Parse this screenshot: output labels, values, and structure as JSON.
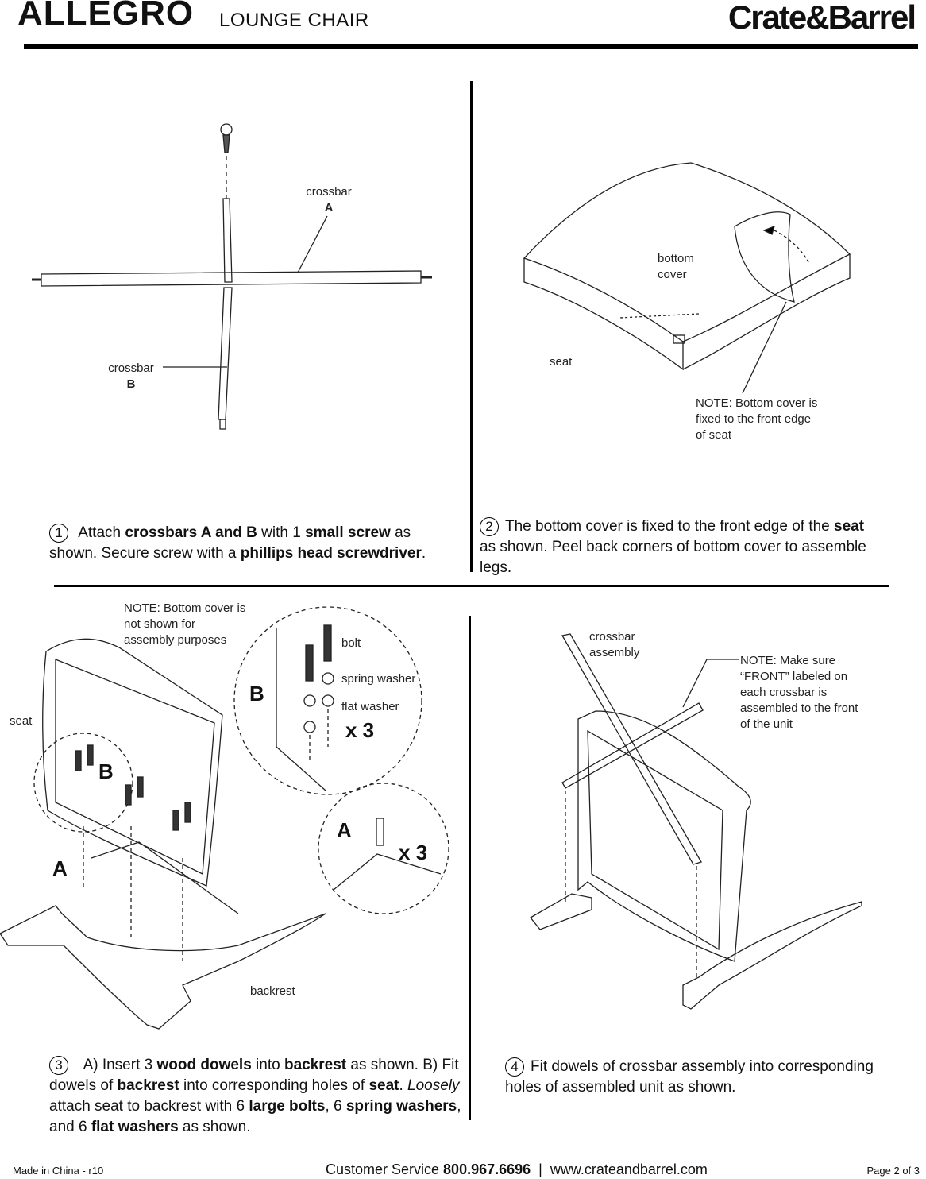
{
  "header": {
    "brand": "ALLEGRO",
    "subtitle": "LOUNGE CHAIR",
    "logo": "Crate&Barrel"
  },
  "step1": {
    "labels": {
      "crossbar_a": "crossbar",
      "a": "A",
      "crossbar_b": "crossbar",
      "b": "B"
    },
    "number": "1",
    "caption_parts": [
      "Attach ",
      "crossbars A and B",
      " with 1 ",
      "small screw",
      " as shown.  Secure screw with a ",
      "phillips head screwdriver",
      "."
    ]
  },
  "step2": {
    "labels": {
      "bottom_cover": "bottom cover",
      "seat": "seat",
      "note": "NOTE: Bottom cover is fixed to the front edge of seat"
    },
    "number": "2",
    "caption_parts": [
      "The bottom cover is fixed to the front edge of the ",
      "seat",
      " as shown. Peel back corners of bottom cover to assemble legs."
    ]
  },
  "step3": {
    "labels": {
      "note": "NOTE: Bottom cover is not shown for assembly purposes",
      "seat": "seat",
      "backrest": "backrest",
      "bolt": "bolt",
      "spring_washer": "spring washer",
      "flat_washer": "flat washer",
      "x3a": "x 3",
      "x3b": "x 3",
      "a1": "A",
      "a2": "A",
      "b1": "B",
      "b2": "B"
    },
    "number": "3",
    "caption_parts": [
      "A) Insert 3 ",
      "wood dowels",
      " into ",
      "backrest",
      " as shown. B) Fit dowels of ",
      "backrest",
      " into corresponding holes of ",
      "seat",
      ".  ",
      "Loosely",
      " attach seat to backrest with 6 ",
      "large bolts",
      ", 6 ",
      "spring washers",
      ", and 6 ",
      "flat washers",
      " as shown."
    ]
  },
  "step4": {
    "labels": {
      "crossbar_assembly": "crossbar assembly",
      "note": "NOTE: Make sure “FRONT” labeled on each crossbar is assembled to the front of the unit"
    },
    "number": "4",
    "caption": "Fit dowels of crossbar assembly into corresponding holes of assembled unit as shown."
  },
  "footer": {
    "made_in": "Made in China - r10",
    "cs_label": "Customer Service ",
    "phone": "800.967.6696",
    "sep": "  |  ",
    "website": "www.crateandbarrel.com",
    "page": "Page 2 of 3"
  }
}
